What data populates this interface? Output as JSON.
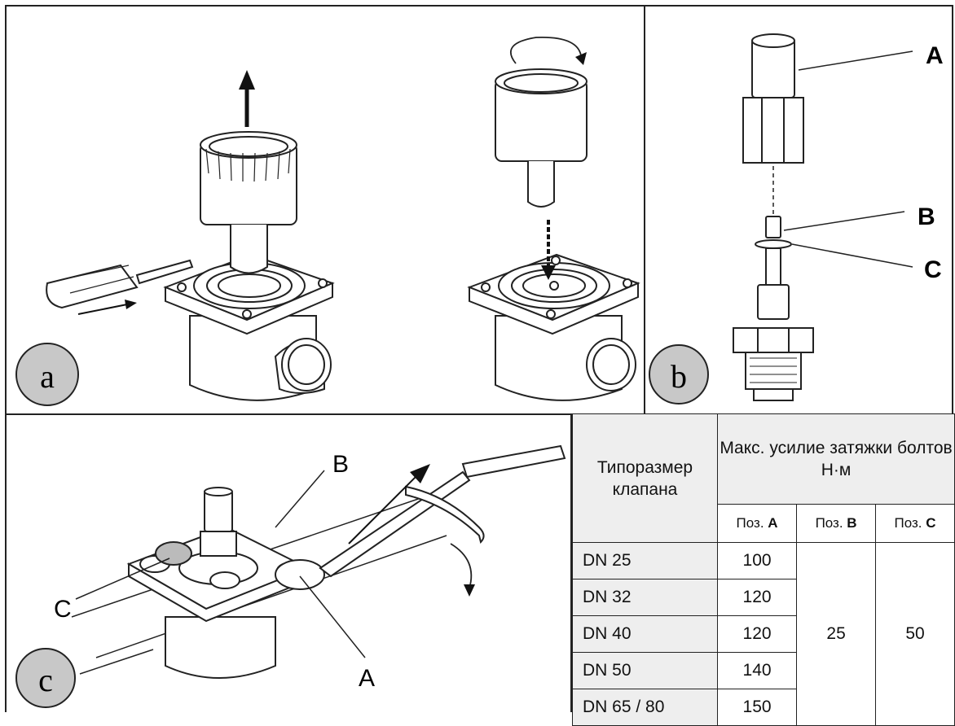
{
  "panels": {
    "a": {
      "badge": "a"
    },
    "b": {
      "badge": "b",
      "labels": [
        "A",
        "B",
        "C"
      ]
    },
    "c": {
      "badge": "c",
      "labels": [
        "A",
        "B",
        "C"
      ]
    }
  },
  "table": {
    "size_header": "Типоразмер клапана",
    "torque_header": "Макс. усилие затяжки болтов Н·м",
    "positions": [
      {
        "prefix": "Поз.",
        "letter": "A"
      },
      {
        "prefix": "Поз.",
        "letter": "B"
      },
      {
        "prefix": "Поз.",
        "letter": "C"
      }
    ],
    "rows": [
      {
        "size": "DN 25",
        "a": "100"
      },
      {
        "size": "DN 32",
        "a": "120"
      },
      {
        "size": "DN 40",
        "a": "120"
      },
      {
        "size": "DN 50",
        "a": "140"
      },
      {
        "size": "DN 65 / 80",
        "a": "150"
      }
    ],
    "b_value": "25",
    "c_value": "50"
  }
}
